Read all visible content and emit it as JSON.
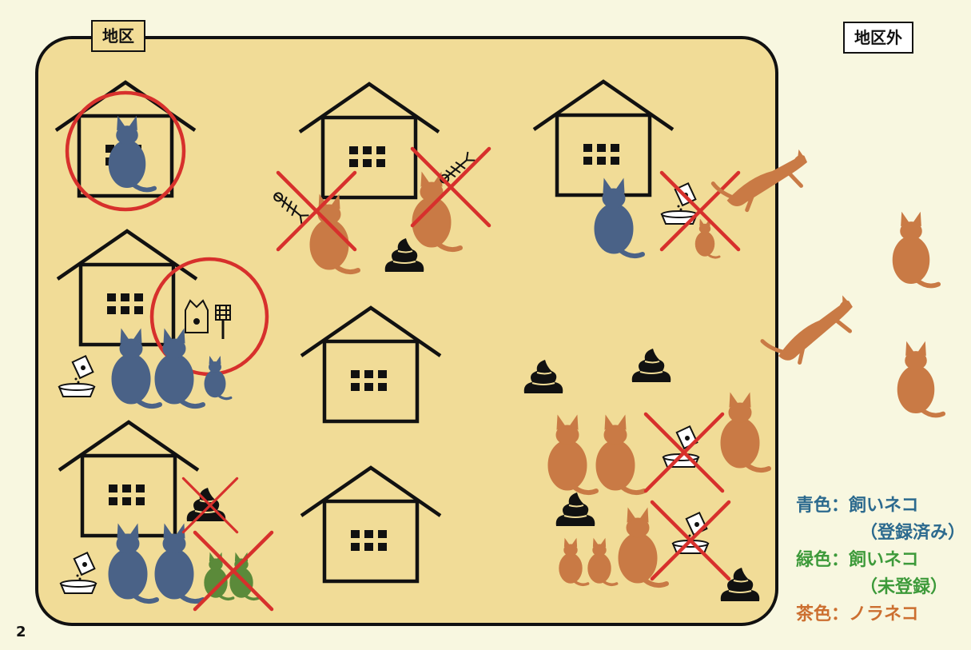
{
  "labels": {
    "district": "地区",
    "outside": "地区外"
  },
  "legend": [
    {
      "text": "青色：飼いネコ",
      "sub": "（登録済み）",
      "color": "#4a6287"
    },
    {
      "text": "緑色：飼いネコ",
      "sub": "（未登録）",
      "color": "#5b8a3a"
    },
    {
      "text": "茶色：ノラネコ",
      "color": "#c97a45"
    }
  ],
  "page_number": "2",
  "colors": {
    "district_fill": "#f1dc97",
    "background": "#f8f7e0",
    "registered_cat": "#4a6287",
    "unregistered_cat": "#5b8a3a",
    "stray_cat": "#c97a45",
    "forbidden_mark": "#d7302c"
  }
}
